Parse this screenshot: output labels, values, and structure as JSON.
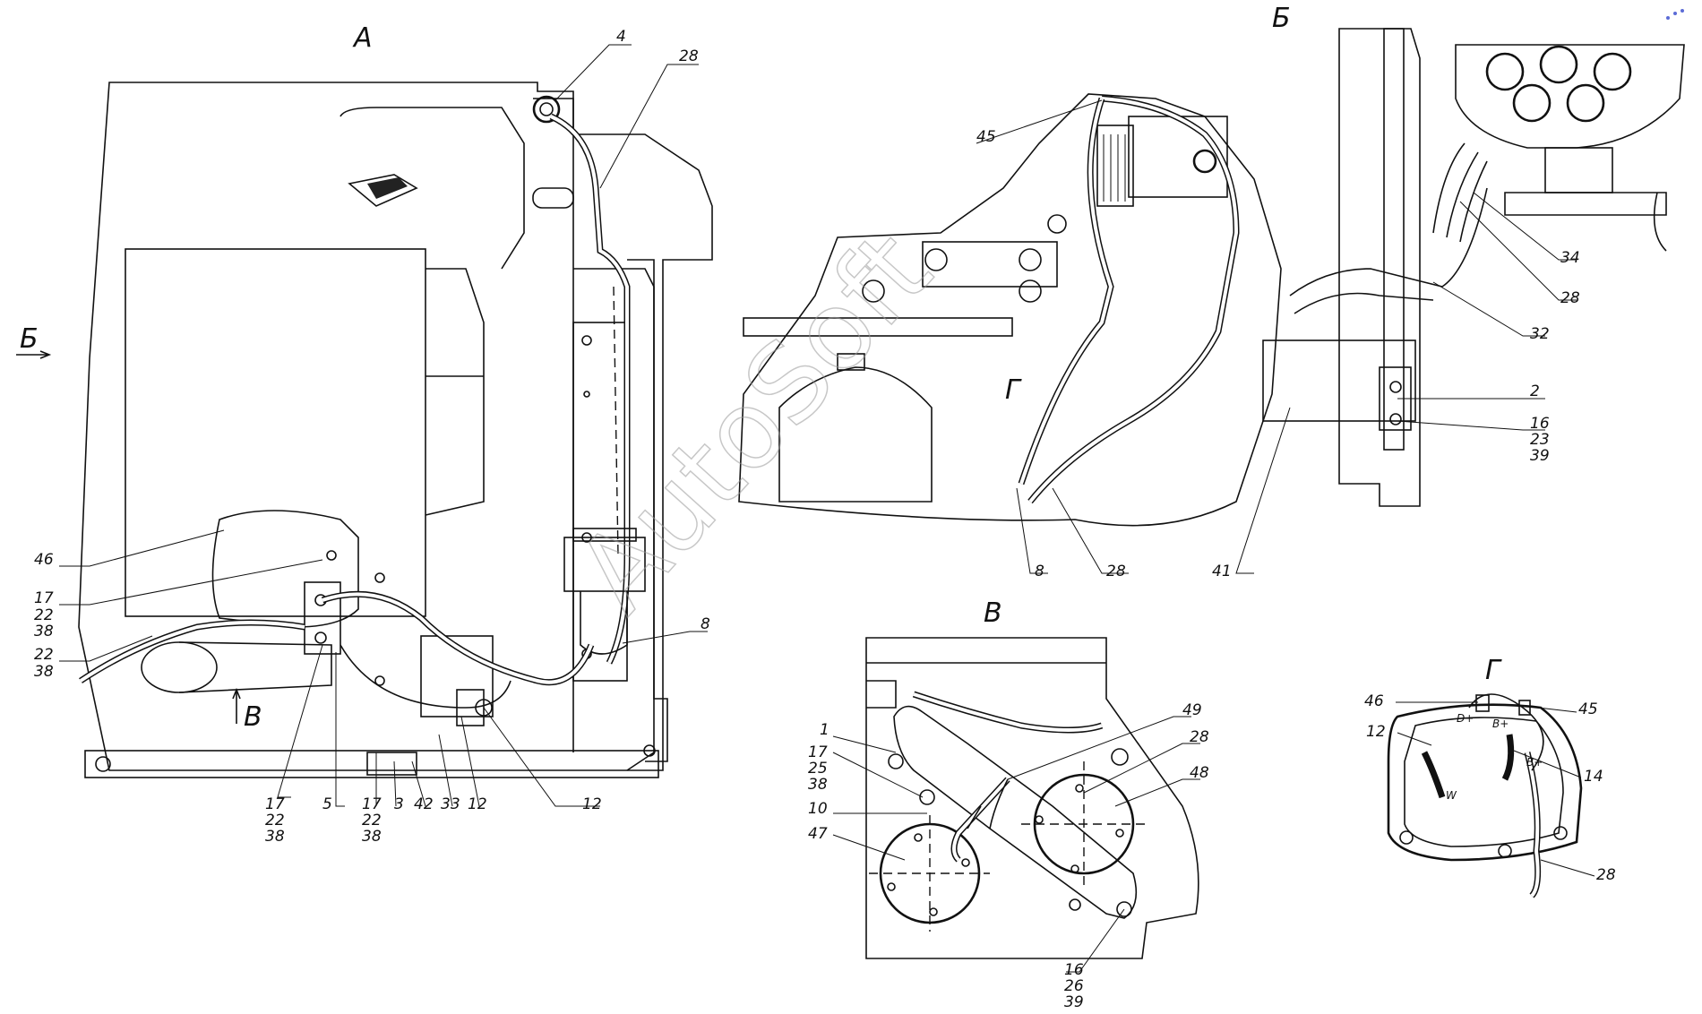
{
  "views": {
    "A": "А",
    "B": "Б",
    "V": "В",
    "G": "Г"
  },
  "view_arrows": {
    "b_arrow": "Б",
    "v_arrow": "В"
  },
  "callouts_a": {
    "c4": "4",
    "c28": "28",
    "c46": "46",
    "c17a": "17",
    "c22a": "22",
    "c38a": "38",
    "c22b": "22",
    "c38b": "38",
    "c8": "8",
    "c12a": "12",
    "c17b": "17",
    "c22c": "22",
    "c38c": "38",
    "c5": "5",
    "c17c": "17",
    "c22d": "22",
    "c38d": "38",
    "c3": "3",
    "c42": "42",
    "c33": "33",
    "c12b": "12"
  },
  "callouts_b": {
    "c45": "45",
    "c34": "34",
    "c28a": "28",
    "c32": "32",
    "c2": "2",
    "c16": "16",
    "c23": "23",
    "c39": "39",
    "c8": "8",
    "c28b": "28",
    "c41": "41"
  },
  "inner_label": "Г",
  "callouts_v": {
    "c1": "1",
    "c17": "17",
    "c25": "25",
    "c38": "38",
    "c10": "10",
    "c47": "47",
    "c49": "49",
    "c28": "28",
    "c48": "48",
    "c16": "16",
    "c26": "26",
    "c39": "39"
  },
  "callouts_g": {
    "c46": "46",
    "c45": "45",
    "c12": "12",
    "c14": "14",
    "c28": "28"
  },
  "terminals_g": {
    "d_plus": "D+",
    "b_plus1": "B+",
    "b_plus2": "B+",
    "w": "W"
  },
  "watermark": "AutoSoft",
  "colors": {
    "ink": "#111111",
    "paper": "#ffffff",
    "watermark": "#9a9a9a"
  }
}
